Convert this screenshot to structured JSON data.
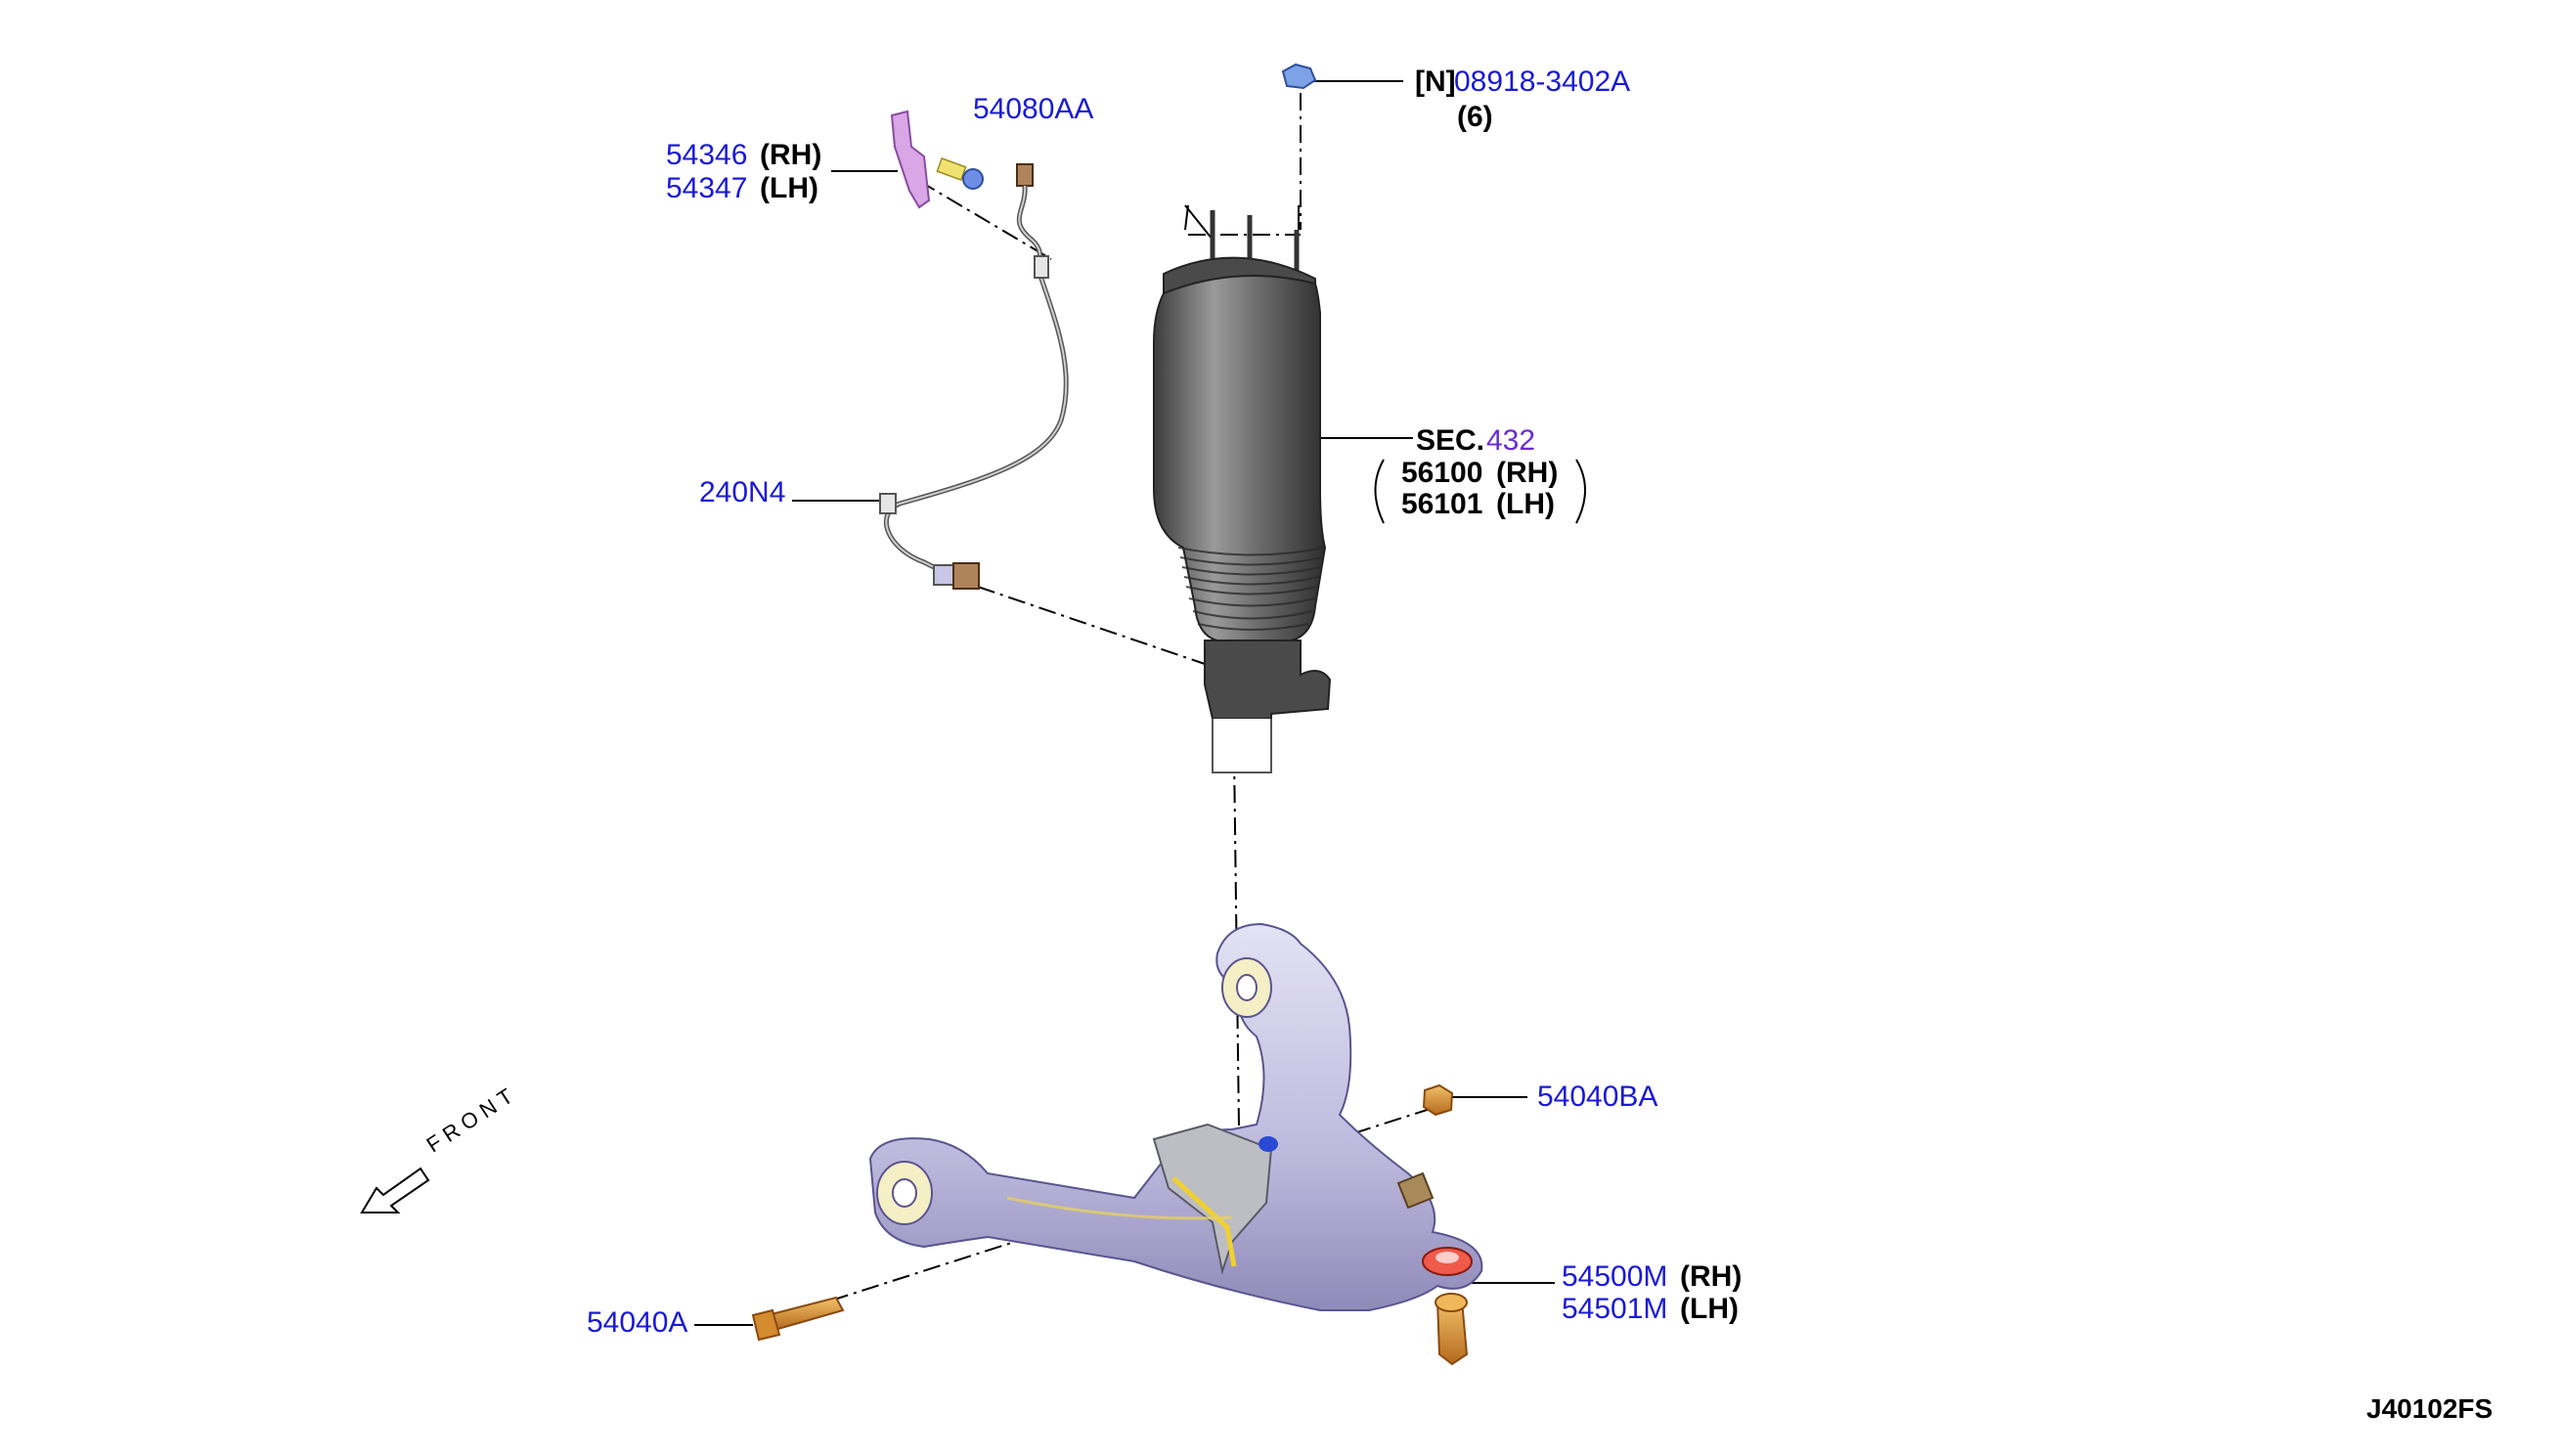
{
  "diagram_id": "J40102FS",
  "front_label": "FRONT",
  "parts": {
    "nut": {
      "number": "08918-3402A",
      "prefix": "[N]",
      "qty": "(6)"
    },
    "bracket_rh": {
      "number": "54346",
      "side": "(RH)"
    },
    "bracket_lh": {
      "number": "54347",
      "side": "(LH)"
    },
    "bolt_top": {
      "number": "54080AA"
    },
    "sensor": {
      "number": "240N4"
    },
    "strut_sec": {
      "prefix": "SEC.",
      "ref": "432"
    },
    "strut_rh": {
      "number": "56100",
      "side": "(RH)"
    },
    "strut_lh": {
      "number": "56101",
      "side": "(LH)"
    },
    "nut_arm": {
      "number": "54040BA"
    },
    "bolt_arm": {
      "number": "54040A"
    },
    "arm_rh": {
      "number": "54500M",
      "side": "(RH)"
    },
    "arm_lh": {
      "number": "54501M",
      "side": "(LH)"
    }
  },
  "colors": {
    "part_number": "#1a1ad6",
    "arm": "#c9c6e6",
    "strut": "#5a5a5a",
    "bracket": "#d9a6e6",
    "hardware": "#e0962e"
  }
}
